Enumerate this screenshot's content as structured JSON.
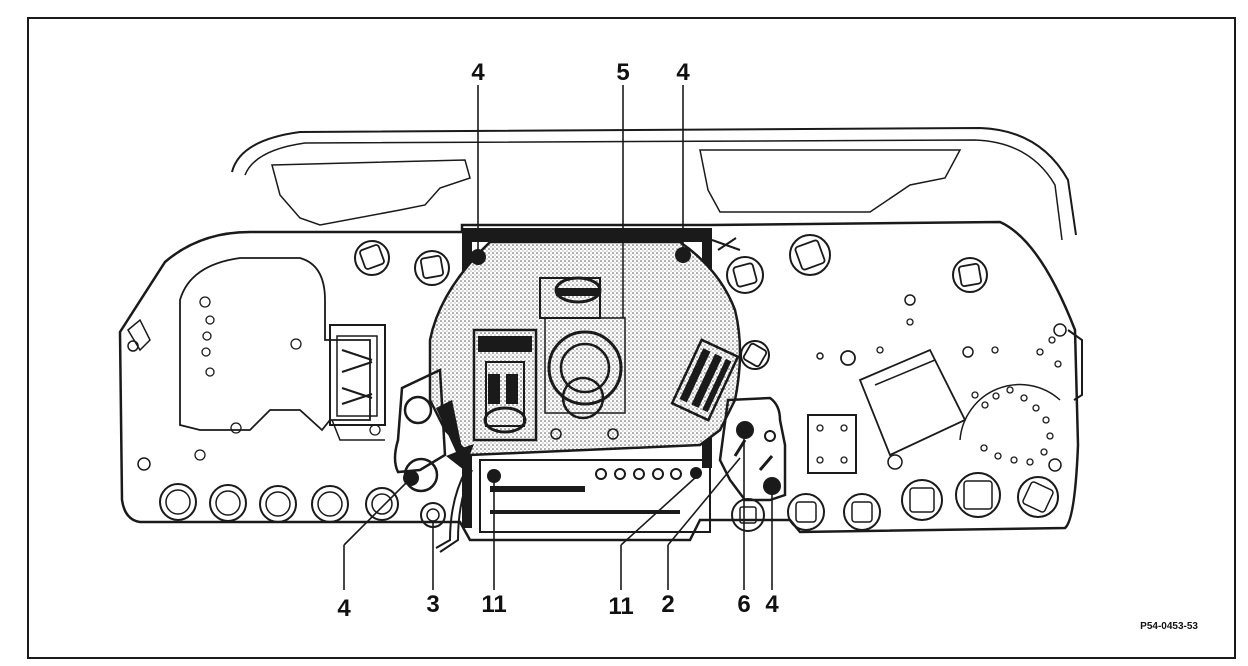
{
  "diagram": {
    "callouts": {
      "top_left_4": "4",
      "top_center_5": "5",
      "top_right_4": "4",
      "bottom_left_4": "4",
      "bottom_3": "3",
      "bottom_11_left": "11",
      "bottom_11_right": "11",
      "bottom_2": "2",
      "bottom_6": "6",
      "bottom_right_4": "4"
    },
    "reference_code": "P54-0453-53"
  },
  "colors": {
    "ink": "#1a1a1a",
    "shade": "#c8c8c8",
    "background": "#ffffff"
  }
}
